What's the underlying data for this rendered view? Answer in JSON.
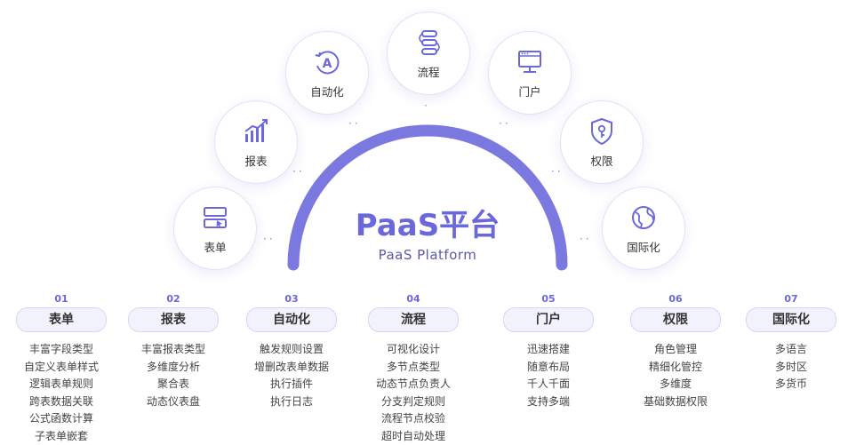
{
  "center": {
    "title": "PaaS平台",
    "subtitle": "PaaS Platform"
  },
  "nodes": [
    {
      "label": "表单",
      "icon": "form-icon"
    },
    {
      "label": "报表",
      "icon": "bar-chart-icon"
    },
    {
      "label": "自动化",
      "icon": "automation-icon"
    },
    {
      "label": "流程",
      "icon": "flow-icon"
    },
    {
      "label": "门户",
      "icon": "portal-monitor-icon"
    },
    {
      "label": "权限",
      "icon": "shield-key-icon"
    },
    {
      "label": "国际化",
      "icon": "globe-icon"
    }
  ],
  "columns": [
    {
      "num": "01",
      "title": "表单",
      "items": [
        "丰富字段类型",
        "自定义表单样式",
        "逻辑表单规则",
        "跨表数据关联",
        "公式函数计算",
        "子表单嵌套"
      ]
    },
    {
      "num": "02",
      "title": "报表",
      "items": [
        "丰富报表类型",
        "多维度分析",
        "聚合表",
        "动态仪表盘"
      ]
    },
    {
      "num": "03",
      "title": "自动化",
      "items": [
        "触发规则设置",
        "增删改表单数据",
        "执行插件",
        "执行日志"
      ]
    },
    {
      "num": "04",
      "title": "流程",
      "items": [
        "可视化设计",
        "多节点类型",
        "动态节点负责人",
        "分支判定规则",
        "流程节点校验",
        "超时自动处理"
      ]
    },
    {
      "num": "05",
      "title": "门户",
      "items": [
        "迅速搭建",
        "随意布局",
        "千人千面",
        "支持多端"
      ]
    },
    {
      "num": "06",
      "title": "权限",
      "items": [
        "角色管理",
        "精细化管控",
        "多维度",
        "基础数据权限"
      ]
    },
    {
      "num": "07",
      "title": "国际化",
      "items": [
        "多语言",
        "多时区",
        "多货币"
      ]
    }
  ],
  "colors": {
    "accent": "#6a68da",
    "arc": "#7b79e0",
    "pill_bg": "#f2f2fd"
  }
}
